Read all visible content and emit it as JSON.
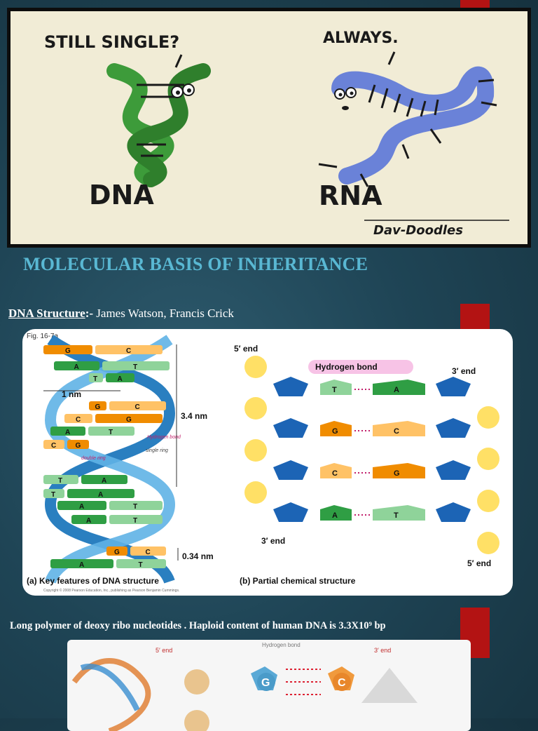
{
  "cartoon": {
    "dna_bubble": "STILL SINGLE?",
    "rna_bubble": "ALWAYS.",
    "dna_label": "DNA",
    "rna_label": "RNA",
    "signature": "Dav-Doodles"
  },
  "heading": "MOLECULAR BASIS OF INHERITANCE",
  "dna_structure": {
    "label": "DNA Structure",
    "sep": ":- ",
    "names": "James Watson, Francis Crick"
  },
  "figure": {
    "fig_id": "Fig. 16-7a",
    "width_label": "1 nm",
    "turn_label": "3.4 nm",
    "rise_label": "0.34 nm",
    "h_bond_note": "Hydrogen bond",
    "single_ring": "single ring",
    "double_ring": "double ring",
    "five_end_top": "5′ end",
    "three_end_top": "3′ end",
    "three_end_bottom": "3′ end",
    "five_end_bottom": "5′ end",
    "h_bond_label": "Hydrogen bond",
    "caption_a": "(a) Key features of DNA structure",
    "caption_b": "(b) Partial chemical structure",
    "copyright": "Copyright © 2008 Pearson Education, Inc., publishing as Pearson Benjamin Cummings.",
    "ladder_bases": [
      {
        "left": "G",
        "right": "C"
      },
      {
        "left": "A",
        "right": "T"
      },
      {
        "left": "T",
        "right": "A"
      },
      {
        "left": "G",
        "right": "C"
      },
      {
        "left": "C",
        "right": "G"
      },
      {
        "left": "A",
        "right": "T"
      },
      {
        "left": "C",
        "right": "G"
      },
      {
        "left": "T",
        "right": "A"
      },
      {
        "left": "T",
        "right": "A"
      },
      {
        "left": "A",
        "right": "T"
      },
      {
        "left": "A",
        "right": "T"
      },
      {
        "left": "G",
        "right": "C"
      },
      {
        "left": "A",
        "right": "T"
      }
    ],
    "chem_pairs": [
      {
        "left": "T",
        "right": "A"
      },
      {
        "left": "G",
        "right": "C"
      },
      {
        "left": "C",
        "right": "G"
      },
      {
        "left": "A",
        "right": "T"
      }
    ]
  },
  "long_polymer": "Long polymer of deoxy ribo nucleotides .  Haploid content of human DNA is 3.3X10⁹ bp",
  "bottom_figure": {
    "five_end": "5′ end",
    "three_end": "3′ end",
    "hydrogen_bond": "Hydrogen bond",
    "base_g": "G",
    "base_c": "C"
  },
  "colors": {
    "accent_heading": "#59b8d3",
    "red_tab": "#b31313",
    "background": "#1f4556"
  }
}
